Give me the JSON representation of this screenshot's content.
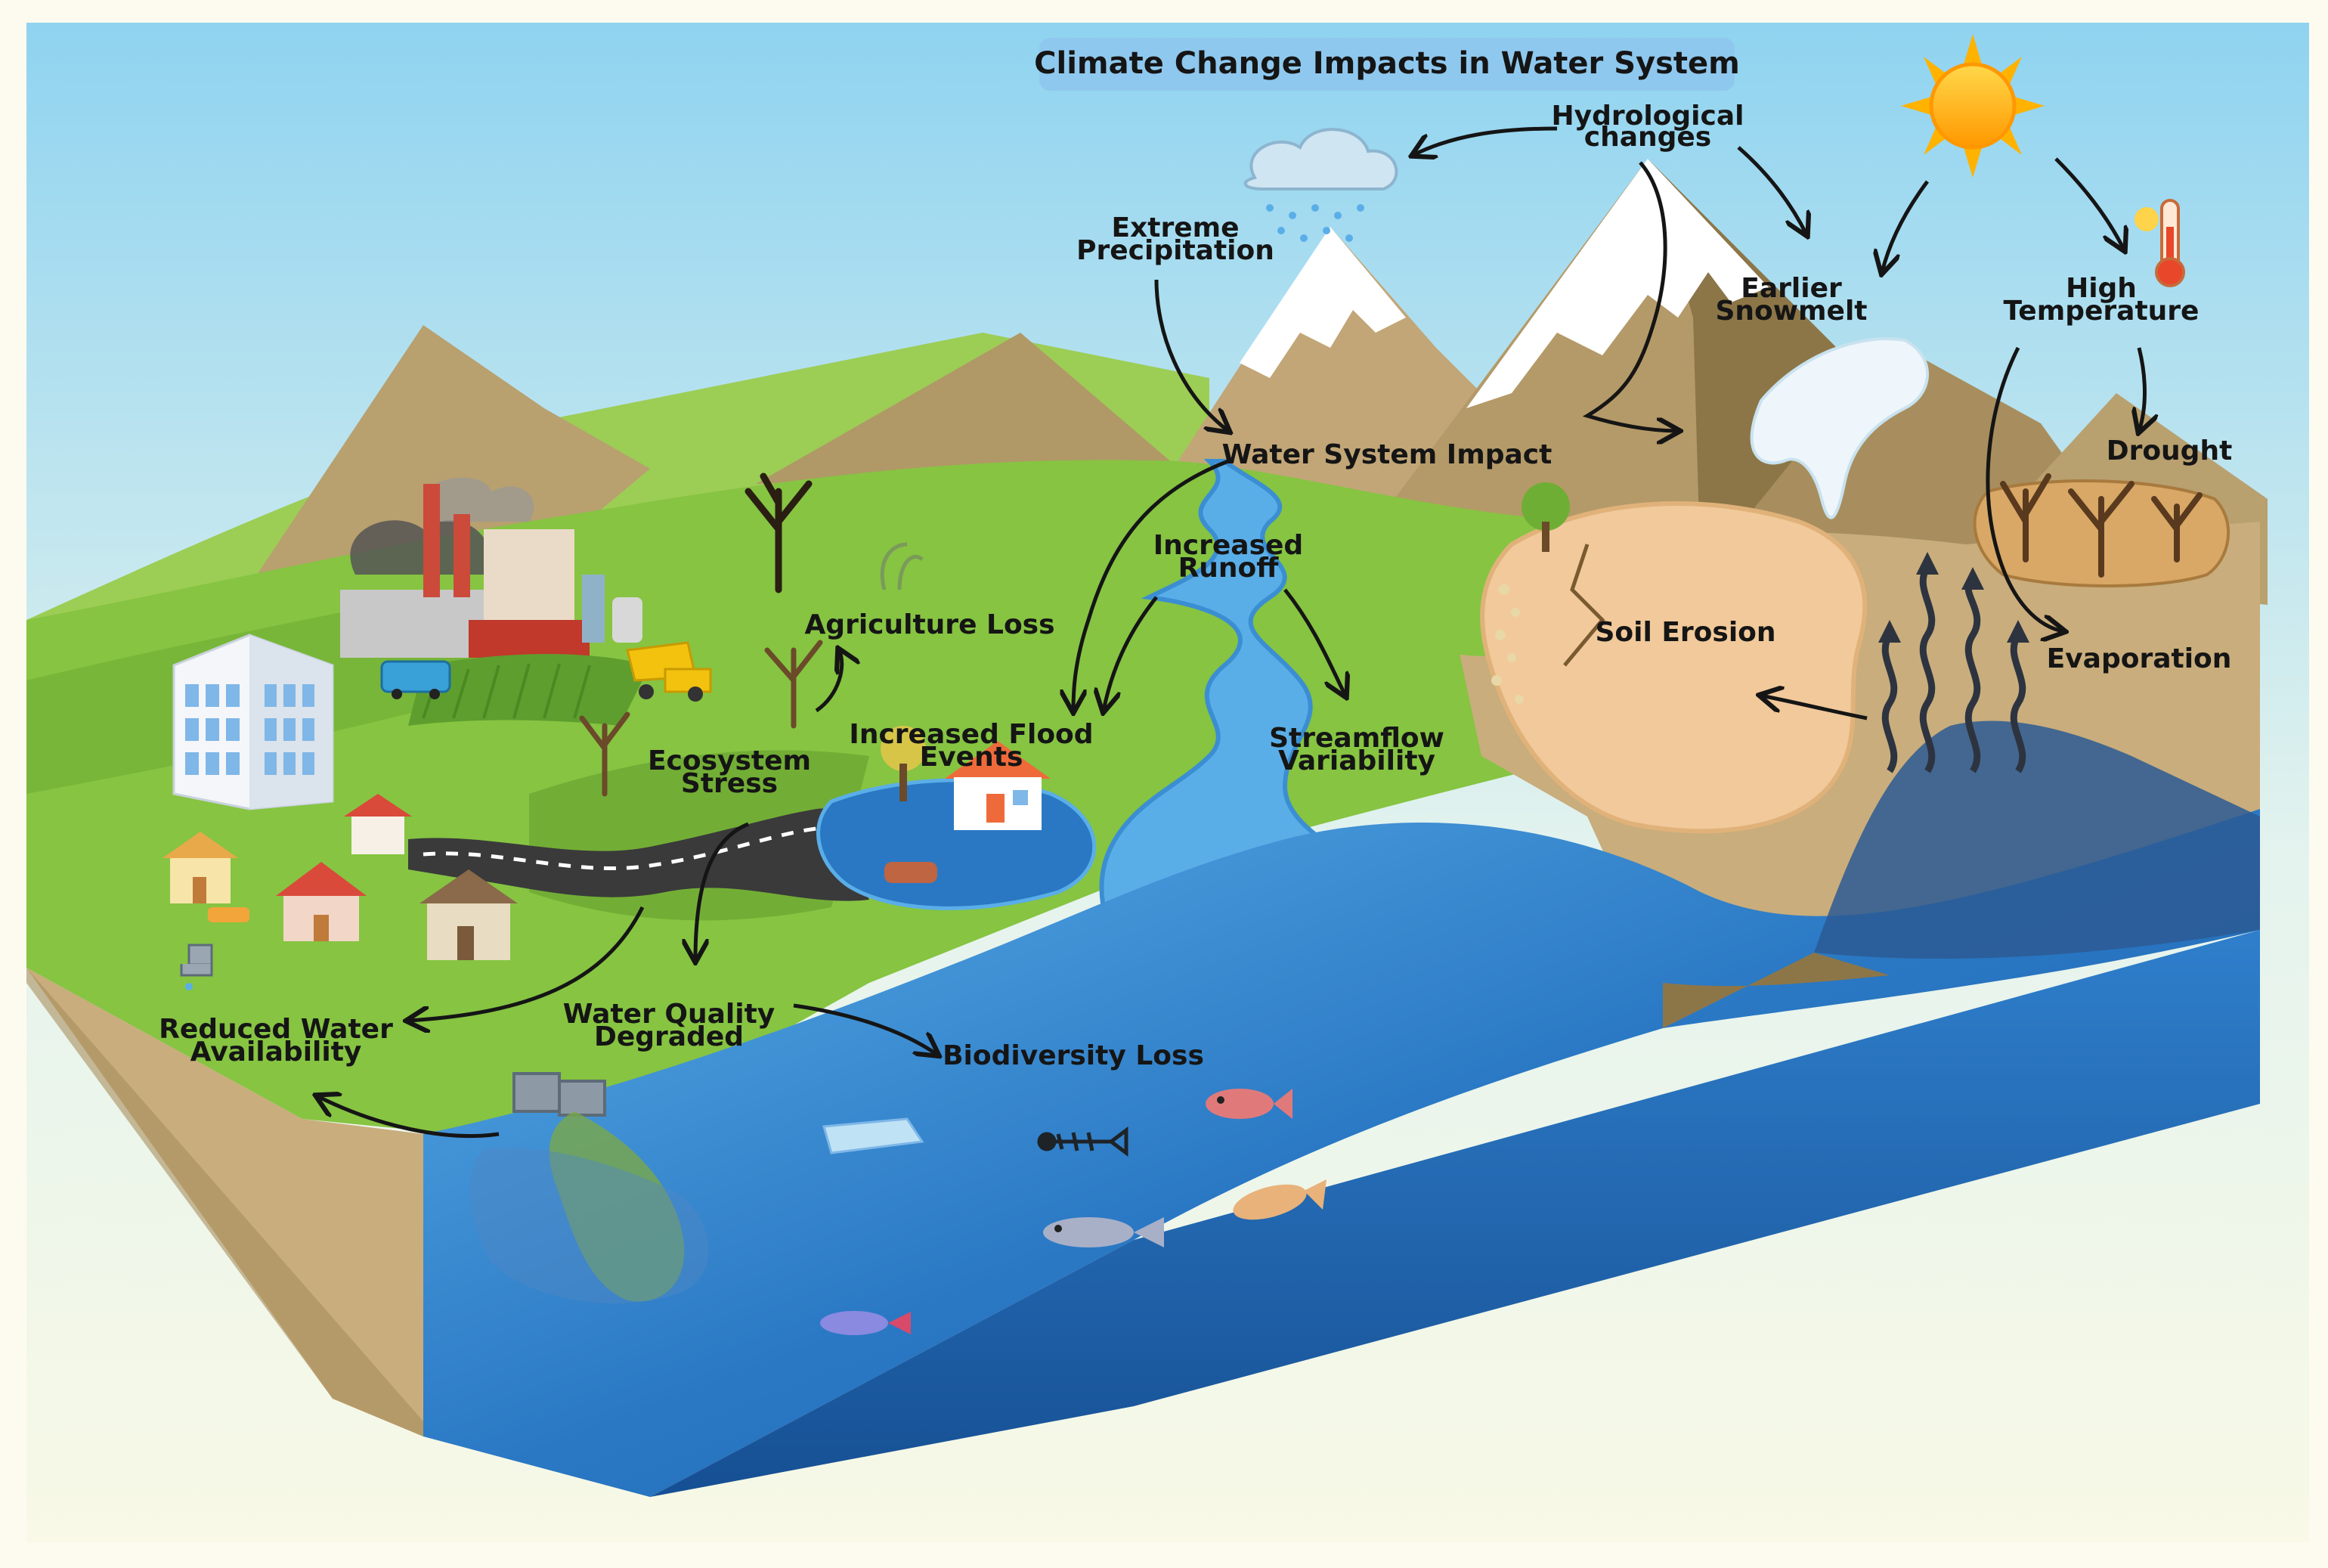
{
  "title": "Climate Change Impacts in Water System",
  "labels": {
    "hydrological_1": "Hydrological",
    "hydrological_2": "changes",
    "extreme_1": "Extreme",
    "extreme_2": "Precipitation",
    "earlier_1": "Earlier",
    "earlier_2": "Snowmelt",
    "hightemp_1": "High",
    "hightemp_2": "Temperature",
    "drought": "Drought",
    "water_system_impact": "Water System Impact",
    "runoff_1": "Increased",
    "runoff_2": "Runoff",
    "agriculture_loss": "Agriculture Loss",
    "soil_erosion": "Soil Erosion",
    "evaporation": "Evaporation",
    "flood_1": "Increased Flood",
    "flood_2": "Events",
    "streamflow_1": "Streamflow",
    "streamflow_2": "Variability",
    "ecosystem_1": "Ecosystem",
    "ecosystem_2": "Stress",
    "reduced_1": "Reduced Water",
    "reduced_2": "Availability",
    "wq_1": "Water Quality",
    "wq_2": "Degraded",
    "biodiversity_loss": "Biodiversity Loss"
  },
  "colors": {
    "title_pill": "#8fc8ee",
    "sky_top": "#8fd3f0",
    "sky_bottom": "#f7f9ea",
    "grass": "#7fbf3f",
    "grass_dark": "#5e9e2e",
    "mountain": "#b8a06f",
    "mountain_dark": "#8c7648",
    "snow": "#ffffff",
    "water": "#2a78c4",
    "water_dark": "#154f92",
    "soil": "#f1c99a",
    "sun": "#ffb300",
    "ink": "#151515"
  }
}
